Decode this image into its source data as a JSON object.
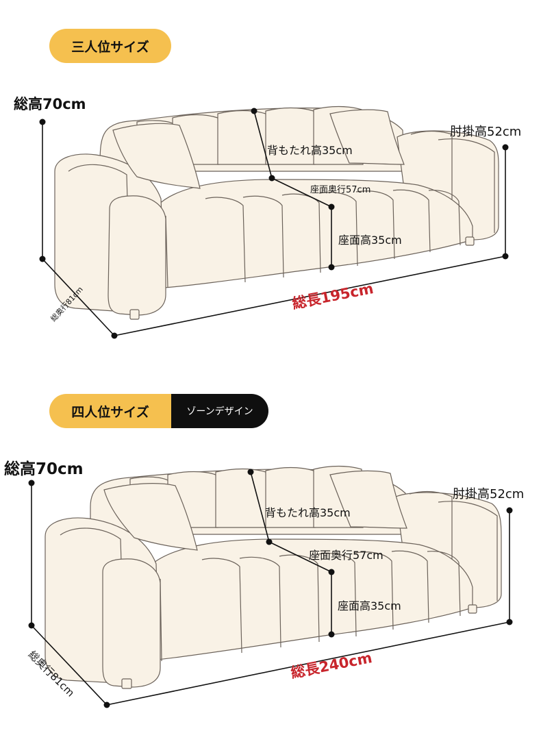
{
  "section1": {
    "badge": "三人位サイズ",
    "labels": {
      "total_height": "総高70cm",
      "back_height": "背もたれ高35cm",
      "seat_depth": "座面奥行57cm",
      "arm_height": "肘掛高52cm",
      "seat_height": "座面高35cm",
      "total_length": "総長195cm",
      "total_depth": "総奥行81cm"
    }
  },
  "section2": {
    "badge": "四人位サイズ",
    "badge_extra": "ゾーンデザイン",
    "labels": {
      "total_height": "総高70cm",
      "back_height": "背もたれ高35cm",
      "seat_depth": "座面奥行57cm",
      "arm_height": "肘掛高52cm",
      "seat_height": "座面高35cm",
      "total_length": "総長240cm",
      "total_depth": "総奥行81cm"
    }
  },
  "colors": {
    "badge": "#f5c04f",
    "badge_dark": "#0f0f0f",
    "sofa_fill": "#f9f2e6",
    "outline": "#6b625a",
    "accent_red": "#c8252c"
  }
}
